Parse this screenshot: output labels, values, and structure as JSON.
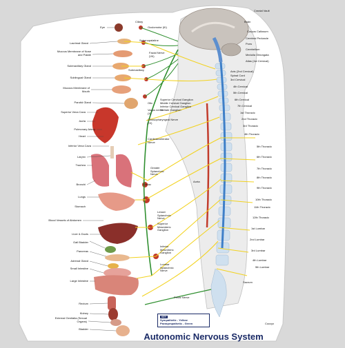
{
  "title": "Autonomic Nervous System",
  "key": {
    "heading": "KEY",
    "sympathetic": "Sympathetic - Yellow",
    "parasympathetic": "Parasympathetic - Green"
  },
  "colors": {
    "sympathetic": "#f2d21e",
    "parasympathetic": "#2f8f2f",
    "spinal_cord": "#3e7fc8",
    "vertebra": "#cfe0ef",
    "background": "#d9d9d9",
    "body_fill": "#ffffff",
    "title": "#1a2a66"
  },
  "labels": {
    "left": [
      "Eye",
      "Lacrimal Gland",
      "Mucous Membrane of Nose and Palate",
      "Submaxillary Gland",
      "Sublingual Gland",
      "Mucous Membrane of Mouth",
      "Parotid Gland",
      "Superior Vena Cava",
      "Aorta",
      "Pulmonary Artery",
      "Heart",
      "Inferior Vena Cava",
      "Larynx",
      "Trachea",
      "Bronchi",
      "Lungs",
      "Stomach",
      "Blood Vessels of Abdomen",
      "Liver & Ducts",
      "Gall Bladder",
      "Pancreas",
      "Adrenal Gland",
      "Small Intestine",
      "Large Intestine",
      "Rectum",
      "Kidney",
      "External Genitalia (Sexual Organs)",
      "Bladder"
    ],
    "middle": [
      "Ciliary",
      "Oculomotor (III)",
      "Sphenopalatine",
      "Facial Nerve (VII)",
      "Submaxillary",
      "Otic",
      "Vagus nerve (X)",
      "Glossopharyngeal Nerve (IX)",
      "Cardioaccelerator Nerve",
      "Greater Splanchnic Nerve",
      "Celiac",
      "Lesser Splanchnic Nerve",
      "Superior Mesenteric Ganglion",
      "Inferior Mesenteric Ganglion",
      "Lumbar Splanchnic Nerve",
      "Pelvic Nerve",
      "Aorta"
    ],
    "ganglia": [
      "Superior Cervical Ganglion",
      "Middle Cervical Ganglion",
      "Inferior Cervical Ganglion",
      "Stellate Ganglion"
    ],
    "right": [
      "Cranial Vault",
      "Brain",
      "Corpus Callosum",
      "Cerebral Peduncle",
      "Pons",
      "Cerebellum",
      "Medulla Oblongata",
      "Atlas (1st Cervical)",
      "Axis (2nd Cervical)",
      "Spinal Cord",
      "3rd Cervical",
      "4th Cervical",
      "5th Cervical",
      "6th Cervical",
      "7th Cervical",
      "1st Thoracic",
      "2nd Thoracic",
      "3rd Thoracic",
      "4th Thoracic",
      "5th Thoracic",
      "6th Thoracic",
      "7th Thoracic",
      "8th Thoracic",
      "9th Thoracic",
      "10th Thoracic",
      "11th Thoracic",
      "12th Thoracic",
      "1st Lumbar",
      "2nd Lumbar",
      "3rd Lumbar",
      "4th Lumbar",
      "5th Lumbar",
      "Sacrum",
      "Coccyx"
    ]
  }
}
